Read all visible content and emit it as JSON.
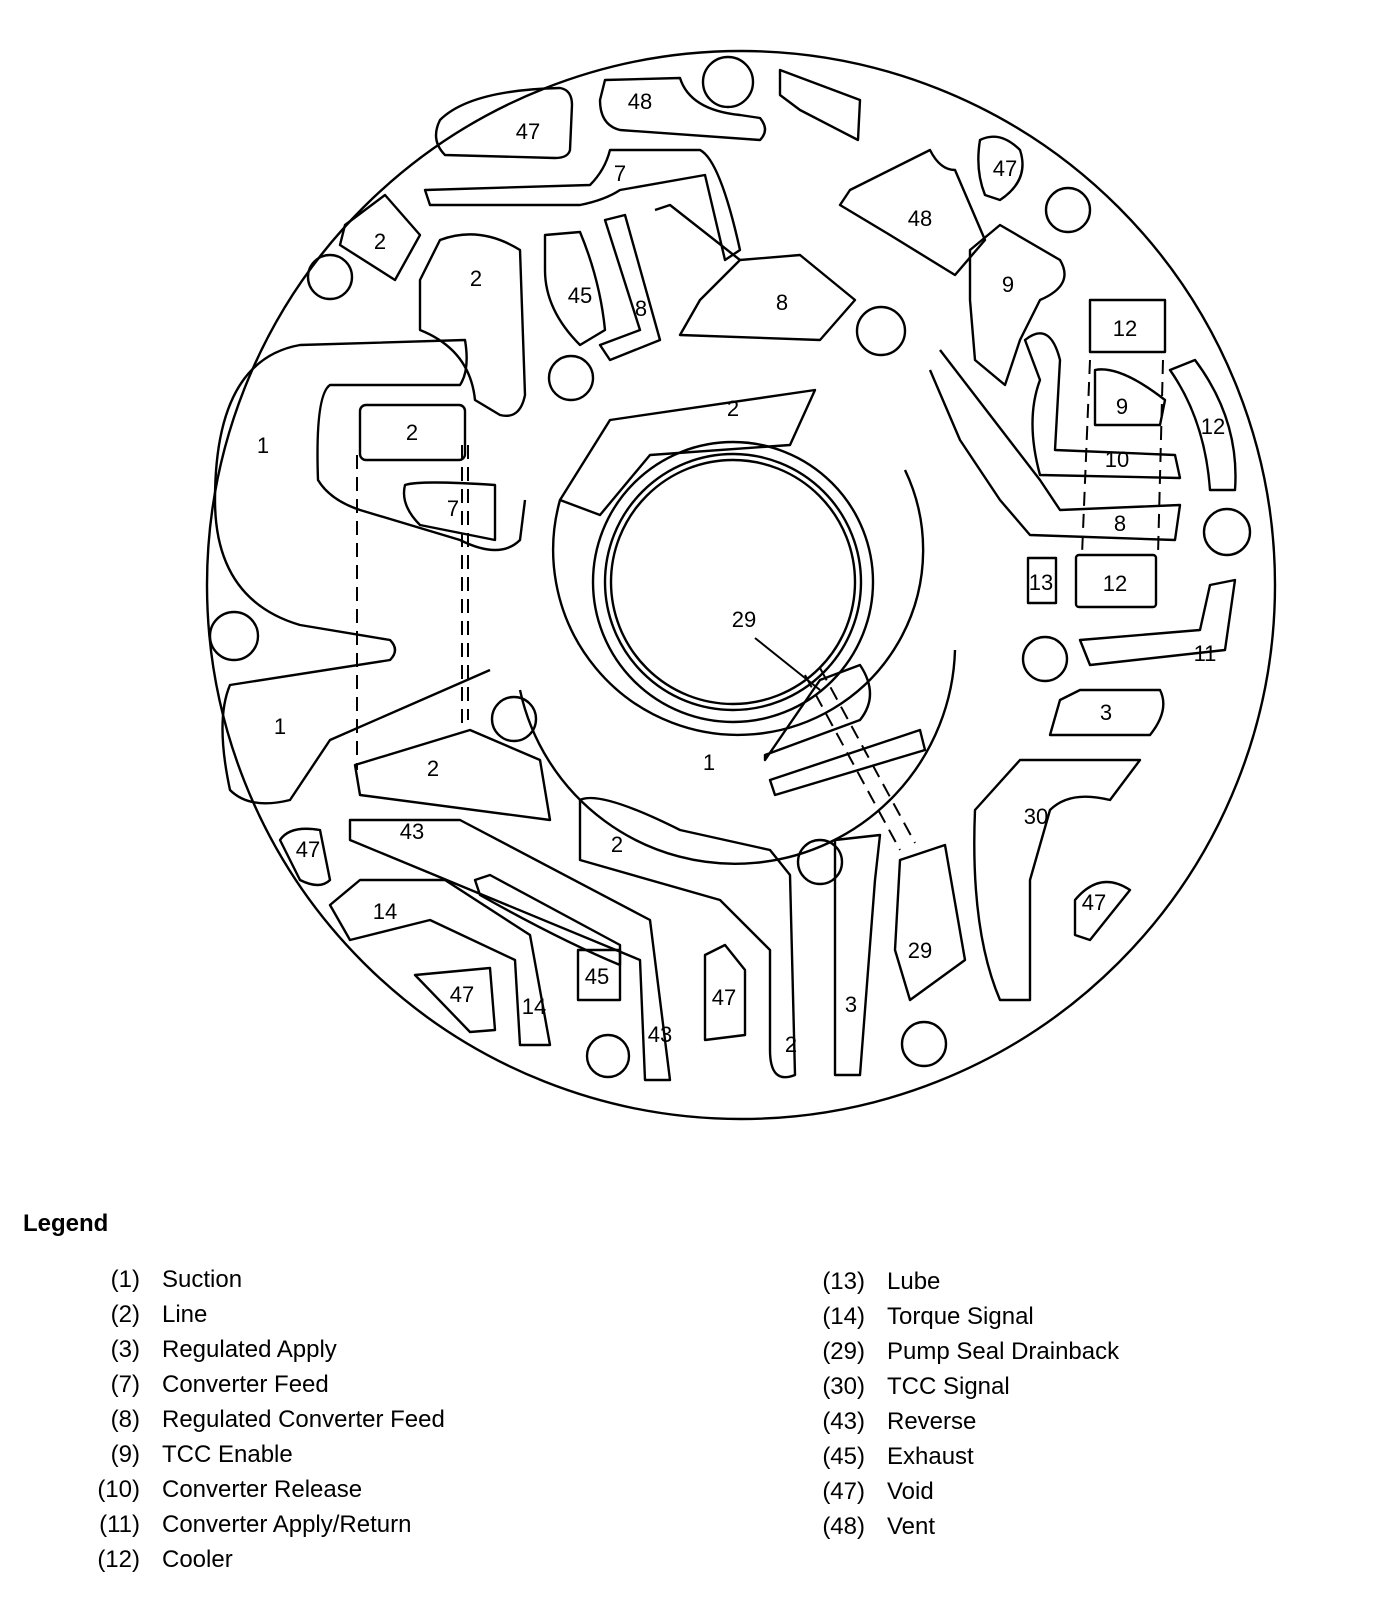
{
  "diagram": {
    "labels": [
      "47",
      "48",
      "7",
      "47",
      "48",
      "2",
      "2",
      "45",
      "8",
      "8",
      "9",
      "12",
      "1",
      "2",
      "2",
      "9",
      "12",
      "10",
      "7",
      "8",
      "13",
      "12",
      "29",
      "11",
      "1",
      "3",
      "2",
      "1",
      "43",
      "47",
      "2",
      "30",
      "14",
      "47",
      "29",
      "45",
      "47",
      "14",
      "47",
      "3",
      "43",
      "2"
    ]
  },
  "legend": {
    "title": "Legend",
    "left": [
      {
        "num": "(1)",
        "text": "Suction"
      },
      {
        "num": "(2)",
        "text": "Line"
      },
      {
        "num": "(3)",
        "text": "Regulated Apply"
      },
      {
        "num": "(7)",
        "text": "Converter Feed"
      },
      {
        "num": "(8)",
        "text": "Regulated Converter Feed"
      },
      {
        "num": "(9)",
        "text": "TCC Enable"
      },
      {
        "num": "(10)",
        "text": "Converter Release"
      },
      {
        "num": "(11)",
        "text": "Converter Apply/Return"
      },
      {
        "num": "(12)",
        "text": "Cooler"
      }
    ],
    "right": [
      {
        "num": "(13)",
        "text": "Lube"
      },
      {
        "num": "(14)",
        "text": "Torque Signal"
      },
      {
        "num": "(29)",
        "text": "Pump Seal Drainback"
      },
      {
        "num": "(30)",
        "text": "TCC Signal"
      },
      {
        "num": "(43)",
        "text": "Reverse"
      },
      {
        "num": "(45)",
        "text": "Exhaust"
      },
      {
        "num": "(47)",
        "text": "Void"
      },
      {
        "num": "(48)",
        "text": "Vent"
      }
    ]
  }
}
